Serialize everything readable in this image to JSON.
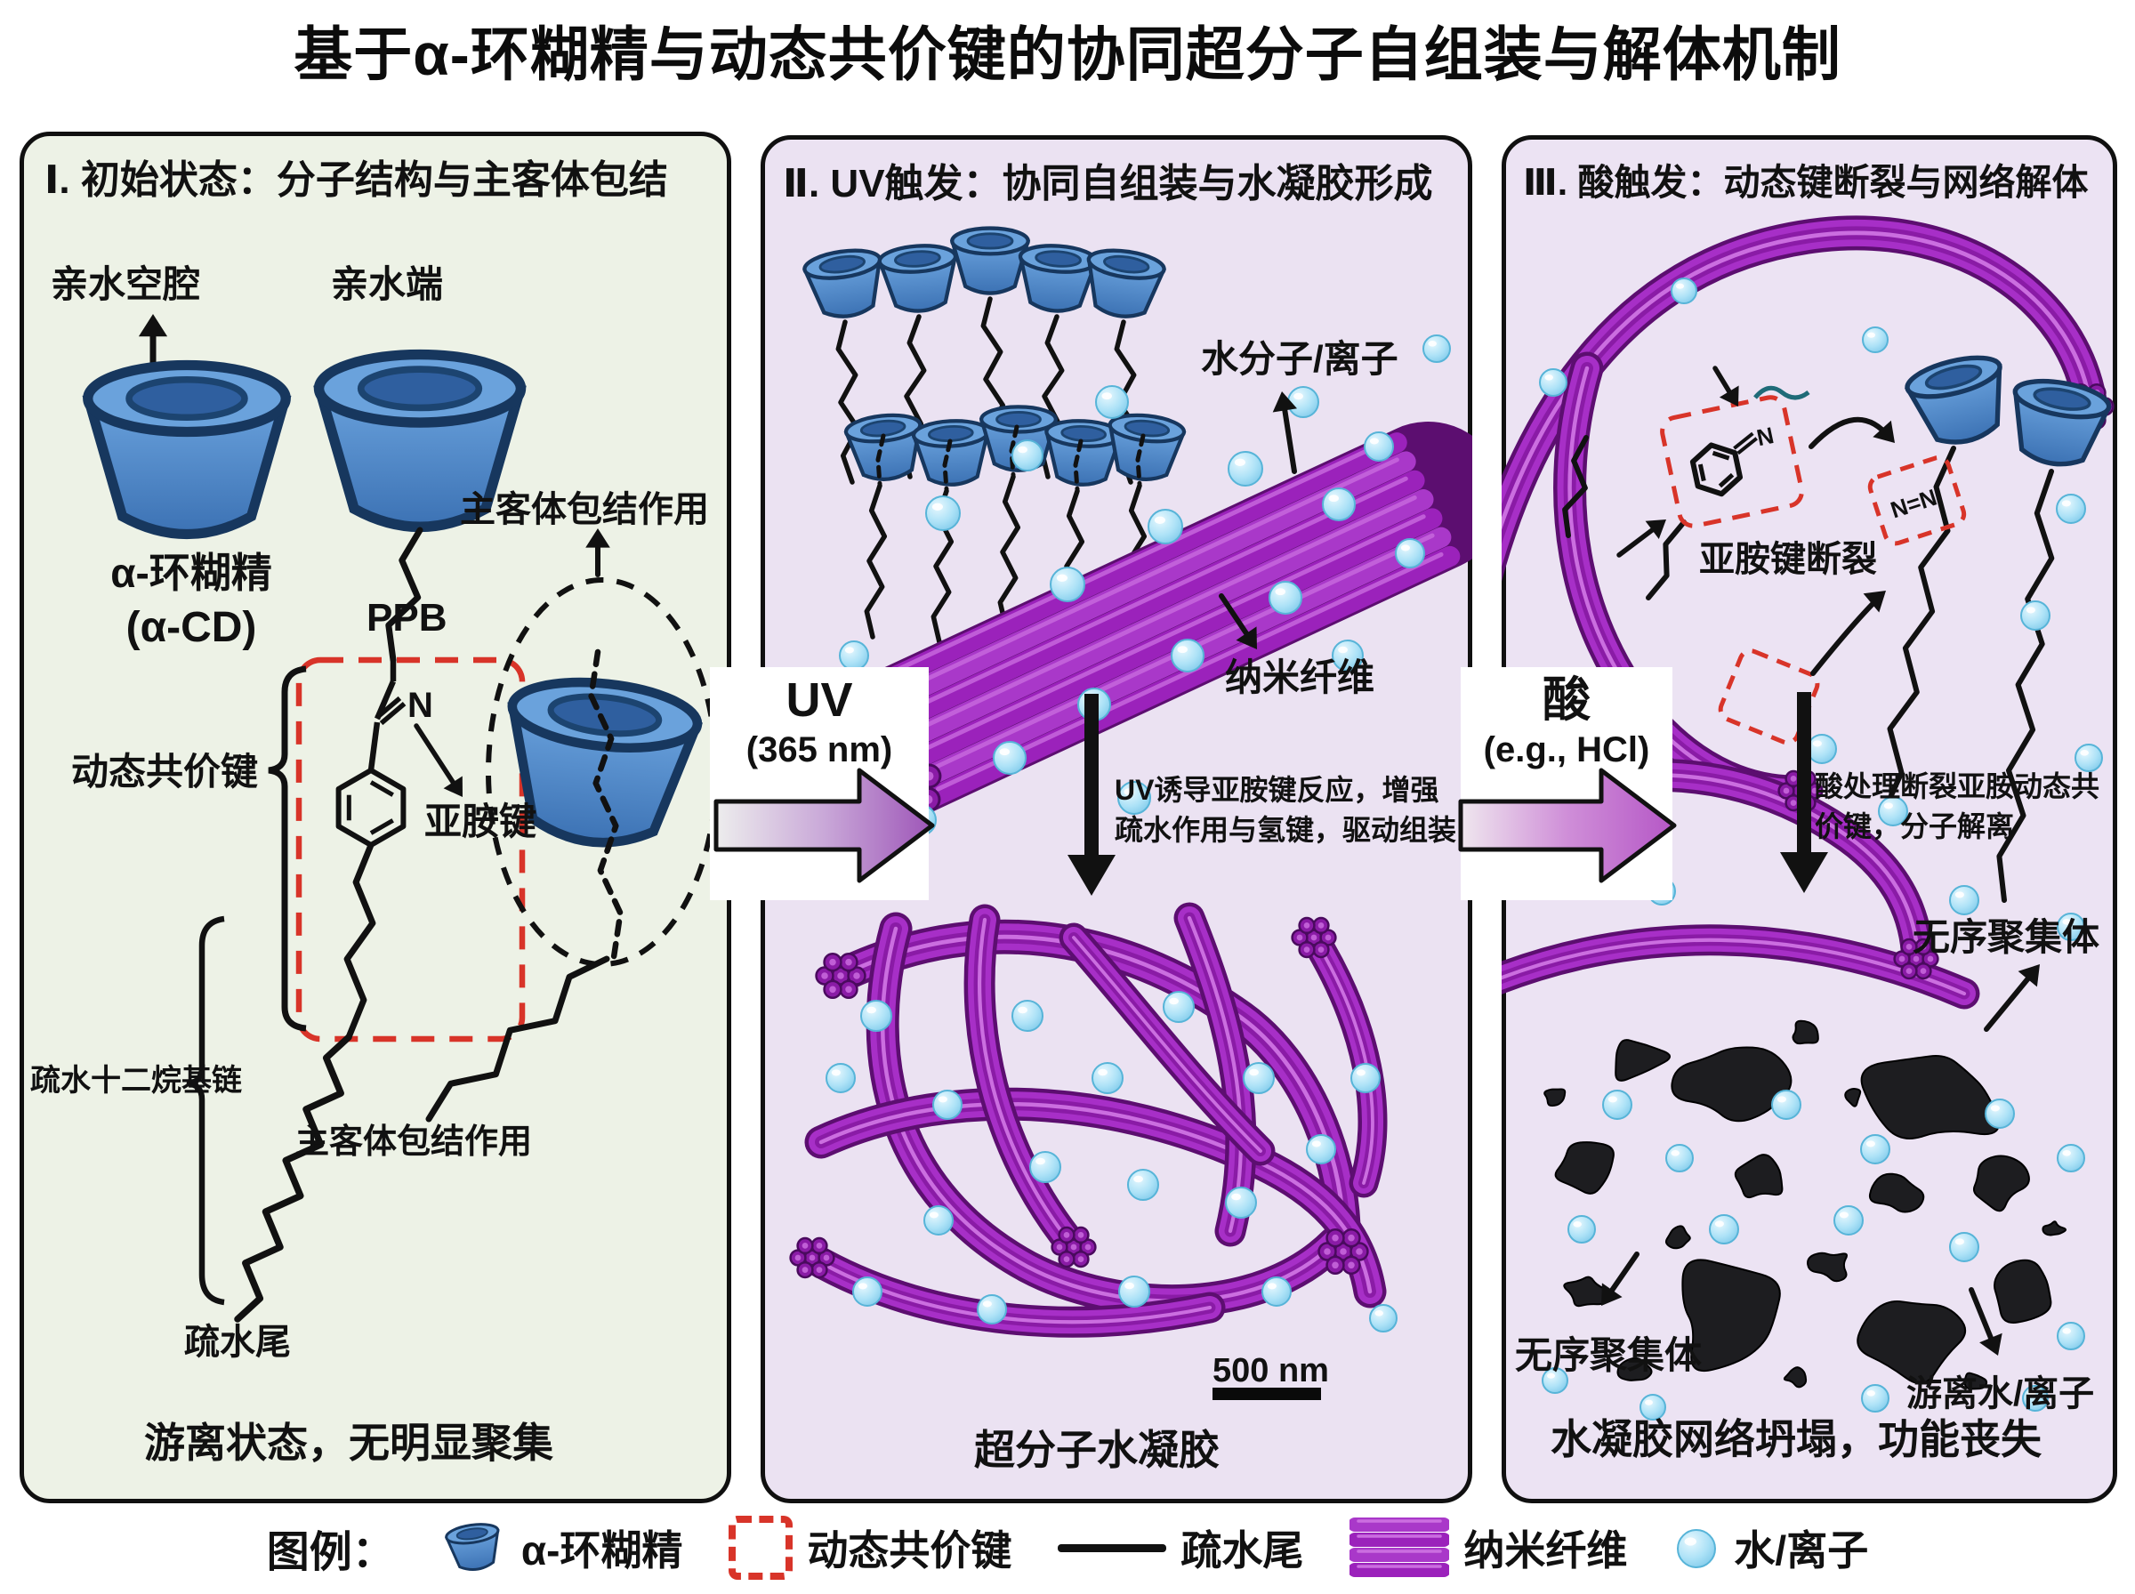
{
  "title": "基于α-环糊精与动态共价键的协同超分子自组装与解体机制",
  "panels": {
    "p1": {
      "header": "Ⅰ. 初始状态：分子结构与主客体包结",
      "labels": {
        "hydrophilic_cavity": "亲水空腔",
        "hydrophilic_end": "亲水端",
        "alpha_cd": "α-环糊精",
        "alpha_cd_abbr": "(α-CD)",
        "ppb": "PPB",
        "dynamic_bond": "动态共价键",
        "imine_n": "N",
        "imine_bond": "亚胺键",
        "host_guest_top": "主客体包结作用",
        "dodecyl_chain": "疏水十二烷基链",
        "host_guest_bottom": "主客体包结作用",
        "hydrophobic_tail": "疏水尾",
        "caption": "游离状态，无明显聚集"
      }
    },
    "p2": {
      "header": "Ⅱ. UV触发：协同自组装与水凝胶形成",
      "labels": {
        "water_ions": "水分子/离子",
        "nanofiber": "纳米纤维",
        "process_line1": "UV诱导亚胺键反应，增强",
        "process_line2": "疏水作用与氢键，驱动组装",
        "scale_bar": "500 nm",
        "caption": "超分子水凝胶"
      }
    },
    "p3": {
      "header": "Ⅲ. 酸触发：动态键断裂与网络解体",
      "labels": {
        "imine_cleavage": "亚胺键断裂",
        "ring_n": "N",
        "azo_fragment": "N=N",
        "process_line1": "酸处理断裂亚胺动态共",
        "process_line2": "价键，分子解离",
        "aggregate_top": "无序聚集体",
        "aggregate_bottom": "无序聚集体",
        "free_water": "游离水/离子",
        "caption": "水凝胶网络坍塌，功能丧失"
      }
    }
  },
  "transitions": {
    "uv": {
      "label": "UV",
      "sublabel": "(365 nm)"
    },
    "acid": {
      "label": "酸",
      "sublabel": "(e.g., HCl)"
    }
  },
  "legend": {
    "title": "图例：",
    "items": [
      {
        "icon": "cd-cup-icon",
        "label": "α-环糊精"
      },
      {
        "icon": "dynamic-bond-icon",
        "label": "动态共价键"
      },
      {
        "icon": "hydrophobic-tail-icon",
        "label": "疏水尾"
      },
      {
        "icon": "nanofiber-icon",
        "label": "纳米纤维"
      },
      {
        "icon": "water-ion-icon",
        "label": "水/离子"
      }
    ]
  },
  "colors": {
    "cd_blue": "#4e8bd0",
    "fiber_purple": "#a32cc4",
    "water_blue": "#aee4f8",
    "bond_red": "#d83429",
    "panel1_bg": "#edf2e6",
    "panel2_bg": "#ebe2f2",
    "panel3_bg": "#ece3f3"
  }
}
